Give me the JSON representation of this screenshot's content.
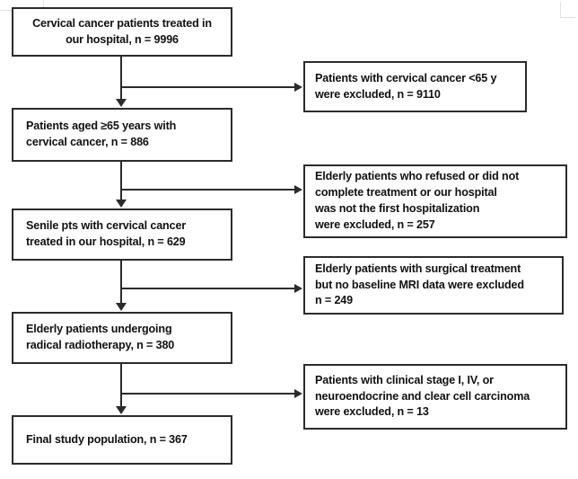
{
  "diagram": {
    "type": "patient-selection-flowchart",
    "title": "",
    "main_boxes": [
      {
        "id": "enrolled",
        "align": "center",
        "lines": [
          "Cervical cancer patients treated in",
          "our hospital, n = 9996"
        ],
        "count": 9996
      },
      {
        "id": "aged-65",
        "align": "left",
        "lines": [
          "Patients aged ≥65 years with",
          "cervical cancer, n = 886"
        ],
        "count": 886
      },
      {
        "id": "senile-treated",
        "align": "left",
        "lines": [
          "Senile pts with cervical cancer",
          "treated in our hospital, n = 629"
        ],
        "count": 629
      },
      {
        "id": "radical-radiotherapy",
        "align": "left",
        "lines": [
          "Elderly patients undergoing",
          "radical radiotherapy, n = 380"
        ],
        "count": 380
      },
      {
        "id": "final-population",
        "align": "left",
        "lines": [
          "Final study population, n = 367"
        ],
        "count": 367
      }
    ],
    "exclusion_boxes": [
      {
        "id": "excluded-under-65",
        "lines": [
          "Patients with cervical cancer <65 y",
          "were excluded, n = 9110"
        ],
        "count": 9110
      },
      {
        "id": "excluded-refused-incomplete",
        "lines": [
          "Elderly patients who refused or did not",
          "complete treatment or our hospital",
          "was not the first hospitalization",
          "were excluded, n = 257"
        ],
        "count": 257
      },
      {
        "id": "excluded-no-baseline-mri",
        "lines": [
          "Elderly patients with surgical treatment",
          "but no baseline MRI data were excluded",
          "n = 249"
        ],
        "count": 249
      },
      {
        "id": "excluded-stage-histology",
        "lines": [
          "Patients with clinical stage I, IV, or",
          "neuroendocrine and clear cell carcinoma",
          "were excluded, n = 13"
        ],
        "count": 13
      }
    ],
    "colors": {
      "border": "#2b2b2b",
      "text": "#111111",
      "background": "#ffffff",
      "crop_mark": "#e2e2e2"
    }
  }
}
